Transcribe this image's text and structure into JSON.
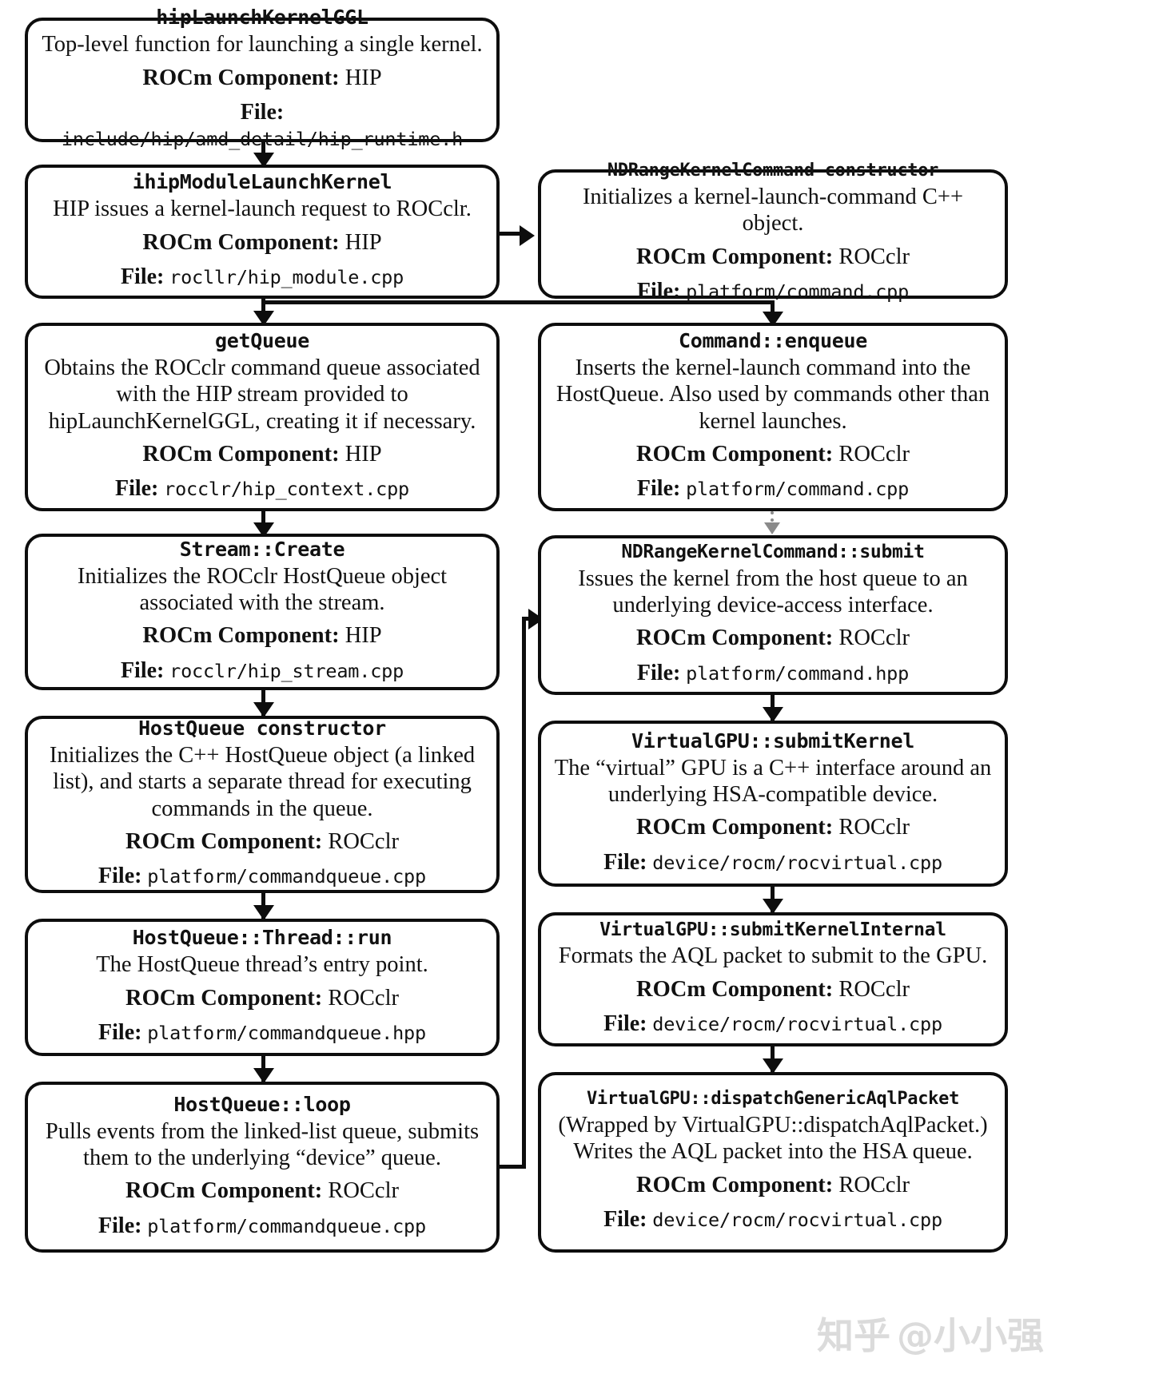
{
  "diagram": {
    "labels": {
      "component_key": "ROCm Component:",
      "file_key": "File:"
    },
    "nodes": [
      {
        "id": "hipLaunchKernelGGL",
        "title": "hipLaunchKernelGGL",
        "desc": "Top-level function for launching a single kernel.",
        "component": "HIP",
        "file": "include/hip/amd_detail/hip_runtime.h"
      },
      {
        "id": "ihipModuleLaunchKernel",
        "title": "ihipModuleLaunchKernel",
        "desc": "HIP issues a kernel-launch request to ROCclr.",
        "component": "HIP",
        "file": "rocllr/hip_module.cpp"
      },
      {
        "id": "NDRangeKernelCommandConstructor",
        "title": "NDRangeKernelCommand constructor",
        "desc": "Initializes a kernel-launch-command C++ object.",
        "component": "ROCclr",
        "file": "platform/command.cpp"
      },
      {
        "id": "getQueue",
        "title": "getQueue",
        "desc": "Obtains the ROCclr command queue associated with the HIP stream provided to hipLaunchKernelGGL, creating it if necessary.",
        "component": "HIP",
        "file": "rocclr/hip_context.cpp"
      },
      {
        "id": "CommandEnqueue",
        "title": "Command::enqueue",
        "desc": "Inserts the kernel-launch command into the HostQueue.  Also used by commands other than kernel launches.",
        "component": "ROCclr",
        "file": "platform/command.cpp"
      },
      {
        "id": "StreamCreate",
        "title": "Stream::Create",
        "desc": "Initializes the ROCclr HostQueue object associated with the stream.",
        "component": "HIP",
        "file": "rocclr/hip_stream.cpp"
      },
      {
        "id": "NDRangeKernelCommandSubmit",
        "title": "NDRangeKernelCommand::submit",
        "desc": "Issues the kernel from the host queue to an underlying device-access interface.",
        "component": "ROCclr",
        "file": "platform/command.hpp"
      },
      {
        "id": "HostQueueConstructor",
        "title": "HostQueue constructor",
        "desc": "Initializes the C++ HostQueue object (a linked list), and starts a separate thread for executing commands in the queue.",
        "component": "ROCclr",
        "file": "platform/commandqueue.cpp"
      },
      {
        "id": "VirtualGPUSubmitKernel",
        "title": "VirtualGPU::submitKernel",
        "desc": "The “virtual” GPU is a C++ interface around an underlying HSA-compatible device.",
        "component": "ROCclr",
        "file": "device/rocm/rocvirtual.cpp"
      },
      {
        "id": "HostQueueThreadRun",
        "title": "HostQueue::Thread::run",
        "desc": "The HostQueue thread’s entry point.",
        "component": "ROCclr",
        "file": "platform/commandqueue.hpp"
      },
      {
        "id": "VirtualGPUSubmitKernelInternal",
        "title": "VirtualGPU::submitKernelInternal",
        "desc": "Formats the AQL packet to submit to the GPU.",
        "component": "ROCclr",
        "file": "device/rocm/rocvirtual.cpp"
      },
      {
        "id": "HostQueueLoop",
        "title": "HostQueue::loop",
        "desc": "Pulls events from the linked-list queue, submits them to the underlying “device” queue.",
        "component": "ROCclr",
        "file": "platform/commandqueue.cpp"
      },
      {
        "id": "VirtualGPUDispatchGenericAqlPacket",
        "title": "VirtualGPU::dispatchGenericAqlPacket",
        "desc": "(Wrapped by VirtualGPU::dispatchAqlPacket.) Writes the AQL packet into the HSA queue.",
        "component": "ROCclr",
        "file": "device/rocm/rocvirtual.cpp"
      }
    ]
  },
  "watermark": {
    "site": "知乎",
    "user": "@小小强"
  }
}
